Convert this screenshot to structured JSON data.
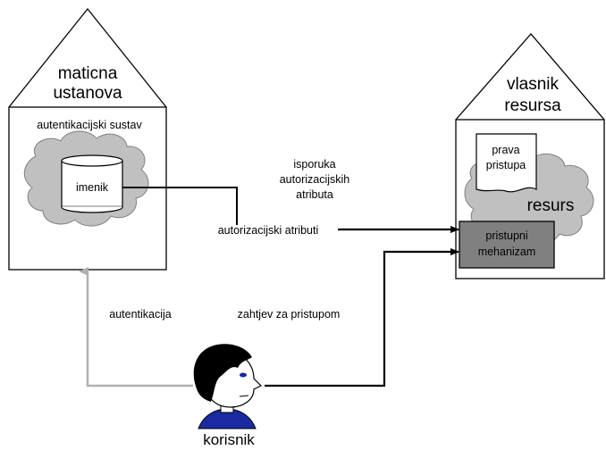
{
  "home_institution": {
    "title_line1": "maticna",
    "title_line2": "ustanova",
    "auth_system_label": "autentikacijski sustav",
    "directory_label": "imenik"
  },
  "resource_owner": {
    "title_line1": "vlasnik",
    "title_line2": "resursa",
    "access_rights_line1": "prava",
    "access_rights_line2": "pristupa",
    "resource_label": "resurs",
    "access_mechanism_line1": "pristupni",
    "access_mechanism_line2": "mehanizam"
  },
  "flows": {
    "delivery_line1": "isporuka",
    "delivery_line2": "autorizacijskih",
    "delivery_line3": "atributa",
    "authorization_attributes": "autorizacijski atributi",
    "authentication": "autentikacija",
    "access_request": "zahtjev za pristupom"
  },
  "user": {
    "label": "korisnik"
  },
  "colors": {
    "cloud_fill": "#c0c0c0",
    "mechanism_fill": "#808080",
    "auth_arrow": "#b0b0b0",
    "line": "#000000",
    "face_eye": "#1a2aa0",
    "shirt": "#1a2aa0"
  }
}
